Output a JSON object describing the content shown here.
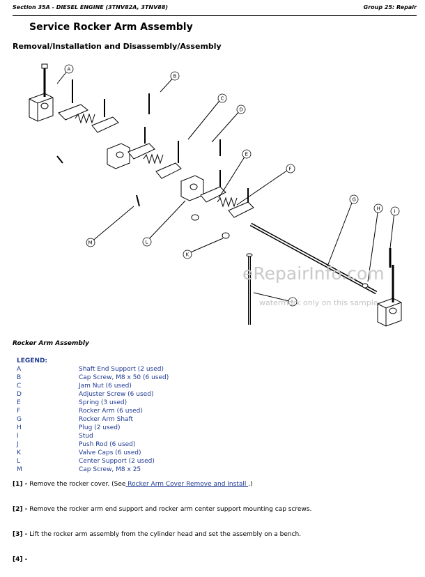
{
  "header": {
    "section": "Section 35A - DIESEL ENGINE (3TNV82A, 3TNV88)",
    "group": "Group 25: Repair"
  },
  "title": "Service Rocker Arm Assembly",
  "subtitle": "Removal/Installation and Disassembly/Assembly",
  "figure": {
    "callouts": [
      "A",
      "B",
      "C",
      "D",
      "E",
      "F",
      "G",
      "H",
      "I",
      "J",
      "K",
      "L",
      "M"
    ],
    "watermark": "eRepairInfo.com",
    "watermark_note": "watermark only on this sample"
  },
  "caption": "Rocker Arm Assembly",
  "legend": {
    "title": "LEGEND:",
    "items": [
      {
        "key": "A",
        "label": "Shaft End Support (2 used)"
      },
      {
        "key": "B",
        "label": "Cap Screw, M8 x 50 (6 used)"
      },
      {
        "key": "C",
        "label": "Jam Nut (6 used)"
      },
      {
        "key": "D",
        "label": "Adjuster Screw (6 used)"
      },
      {
        "key": "E",
        "label": "Spring (3 used)"
      },
      {
        "key": "F",
        "label": "Rocker Arm (6 used)"
      },
      {
        "key": "G",
        "label": "Rocker Arm Shaft"
      },
      {
        "key": "H",
        "label": "Plug (2 used)"
      },
      {
        "key": "I",
        "label": "Stud"
      },
      {
        "key": "J",
        "label": "Push Rod (6 used)"
      },
      {
        "key": "K",
        "label": "Valve Caps (6 used)"
      },
      {
        "key": "L",
        "label": "Center Support (2 used)"
      },
      {
        "key": "M",
        "label": "Cap Screw, M8 x 25"
      }
    ]
  },
  "steps": [
    {
      "num": "[1] -",
      "text": " Remove the rocker cover. (See",
      "link": " Rocker Arm Cover Remove and Install ",
      "after": ".)"
    },
    {
      "num": "[2] -",
      "text": " Remove the rocker arm end support and rocker arm center support mounting cap screws.",
      "link": "",
      "after": ""
    },
    {
      "num": "[3] -",
      "text": " Lift the rocker arm assembly from the cylinder head and set the assembly on a bench.",
      "link": "",
      "after": ""
    },
    {
      "num": "[4] -",
      "text": "",
      "link": "",
      "after": ""
    }
  ]
}
